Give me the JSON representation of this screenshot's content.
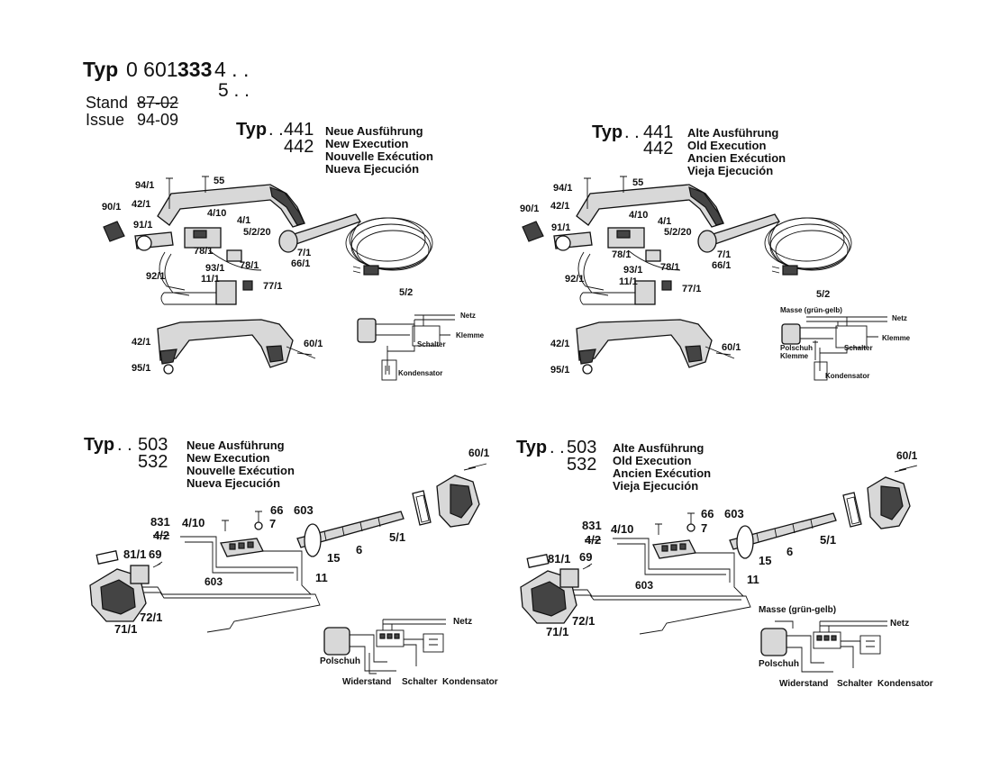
{
  "header": {
    "typ_word": "Typ",
    "typ_number_prefix": "0 601",
    "typ_number_bold": "333",
    "typ_suffix_a": "4 . .",
    "typ_suffix_b": "5 . .",
    "stand_label": "Stand",
    "stand_value": "87-02",
    "issue_label": "Issue",
    "issue_value": "94-09"
  },
  "new_exec_lines": [
    "Neue Ausführung",
    "New Execution",
    "Nouvelle Exécution",
    "Nueva Ejecución"
  ],
  "old_exec_lines": [
    "Alte Ausführung",
    "Old Execution",
    "Ancien Exécution",
    "Vieja Ejecución"
  ],
  "panels": {
    "top_left": {
      "typ": "Typ",
      "dots": ". .",
      "code1": "441",
      "code2": "442",
      "labels": [
        "94/1",
        "55",
        "42/1",
        "90/1",
        "4/10",
        "4/1",
        "91/1",
        "5/2/20",
        "78/1",
        "7/1",
        "93/1",
        "78/1",
        "66/1",
        "92/1",
        "11/1",
        "77/1",
        "5/2",
        "42/1",
        "60/1",
        "95/1"
      ],
      "circuit": {
        "netz": "Netz",
        "klemme": "Klemme",
        "schalter": "Schalter",
        "kondensator": "Kondensator"
      }
    },
    "top_right": {
      "typ": "Typ",
      "dots": ". .",
      "code1": "441",
      "code2": "442",
      "labels": [
        "94/1",
        "55",
        "42/1",
        "90/1",
        "4/10",
        "4/1",
        "91/1",
        "5/2/20",
        "78/1",
        "7/1",
        "93/1",
        "78/1",
        "66/1",
        "92/1",
        "11/1",
        "77/1",
        "5/2",
        "42/1",
        "60/1",
        "95/1"
      ],
      "circuit": {
        "masse": "Masse (grün-gelb)",
        "netz": "Netz",
        "polschuh": "Polschuh",
        "klemme_left": "Klemme",
        "schalter": "Schalter",
        "klemme": "Klemme",
        "kondensator": "Kondensator"
      }
    },
    "bottom_left": {
      "typ": "Typ",
      "dots": ". .",
      "code1": "503",
      "code2": "532",
      "labels": [
        "60/1",
        "66",
        "603",
        "831",
        "4/10",
        "7",
        "4/2",
        "5/1",
        "6",
        "15",
        "81/1",
        "69",
        "603",
        "11",
        "72/1",
        "71/1"
      ],
      "circuit": {
        "netz": "Netz",
        "polschuh": "Polschuh",
        "widerstand": "Widerstand",
        "schalter": "Schalter",
        "kondensator": "Kondensator"
      }
    },
    "bottom_right": {
      "typ": "Typ",
      "dots": ". .",
      "code1": "503",
      "code2": "532",
      "labels": [
        "60/1",
        "66",
        "603",
        "831",
        "4/10",
        "7",
        "4/2",
        "5/1",
        "6",
        "15",
        "81/1",
        "69",
        "603",
        "11",
        "72/1",
        "71/1"
      ],
      "circuit": {
        "masse": "Masse (grün-gelb)",
        "netz": "Netz",
        "polschuh": "Polschuh",
        "widerstand": "Widerstand",
        "schalter": "Schalter",
        "kondensator": "Kondensator"
      }
    }
  }
}
